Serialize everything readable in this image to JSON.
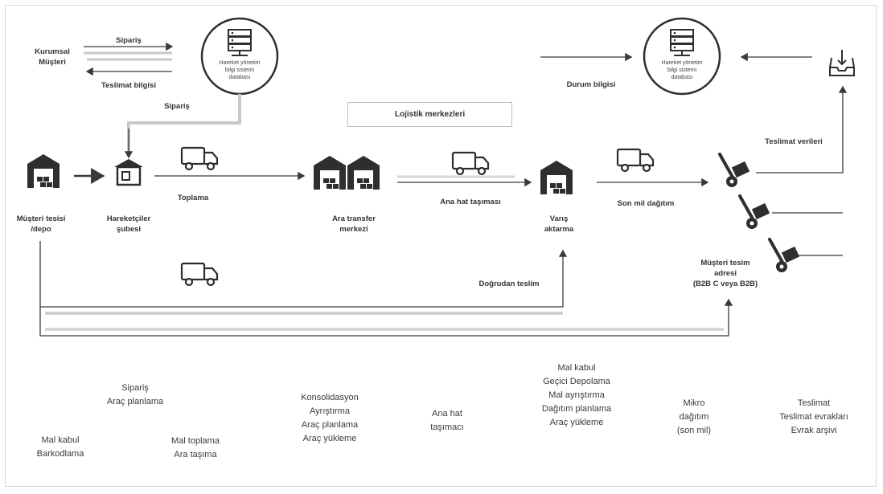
{
  "nodes": {
    "customer_top": "Kurumsal\nMüşteri",
    "info_system_left": "Hareket yönetim\nbilgi sistemi\ndatabası",
    "info_system_right": "Hareket yönetim\nbilgi sistemi\ndatabası",
    "logistics_center": "Lojistik merkezleri",
    "customer_depot": "Müşteri tesisi\n/depo",
    "branch": "Hareketçiler\nşubesi",
    "transfer_center": "Ara transfer\nmerkezi",
    "hub": "Varış\naktarma",
    "delivery_address": "Müşteri tesim\nadresi\n(B2B C veya B2B)"
  },
  "flows": {
    "order": "Sipariş",
    "delivery_info_top": "Teslimat bilgisi",
    "order2": "Sipariş",
    "status_info": "Durum bilgisi",
    "collection": "Toplama",
    "linehaul": "Ana hat taşıması",
    "last_mile": "Son mil dağıtım",
    "delivery_info_right": "Teslimat verileri",
    "direct": "Doğrudan teslim"
  },
  "stages": {
    "s1": [
      "Mal kabul",
      "Barkodlama"
    ],
    "s2a": [
      "Sipariş",
      "Araç planlama"
    ],
    "s2b": [
      "Mal toplama",
      "Ara taşıma"
    ],
    "s3": [
      "Konsolidasyon",
      "Ayrıştırma",
      "Araç planlama",
      "Araç yükleme"
    ],
    "s4": [
      "Ana hat",
      "taşımacı"
    ],
    "s5": [
      "Mal kabul",
      "Geçici Depolama",
      "Mal ayrıştırma",
      "Dağıtım planlama",
      "Araç yükleme"
    ],
    "s6": [
      "Mikro",
      "dağıtım",
      "(son mil)"
    ],
    "s7": [
      "Teslimat",
      "Teslimat evrakları",
      "Evrak arşivi"
    ]
  },
  "icons": {
    "server": "server-database-icon",
    "warehouse": "warehouse-icon",
    "truck": "truck-icon",
    "store": "branch-store-icon",
    "hand_truck": "hand-truck-icon",
    "inbox": "inbox-tray-icon"
  },
  "colors": {
    "line": "#3a3a3a",
    "faded_line": "#c9c9c9",
    "icon": "#2e2e2e"
  }
}
